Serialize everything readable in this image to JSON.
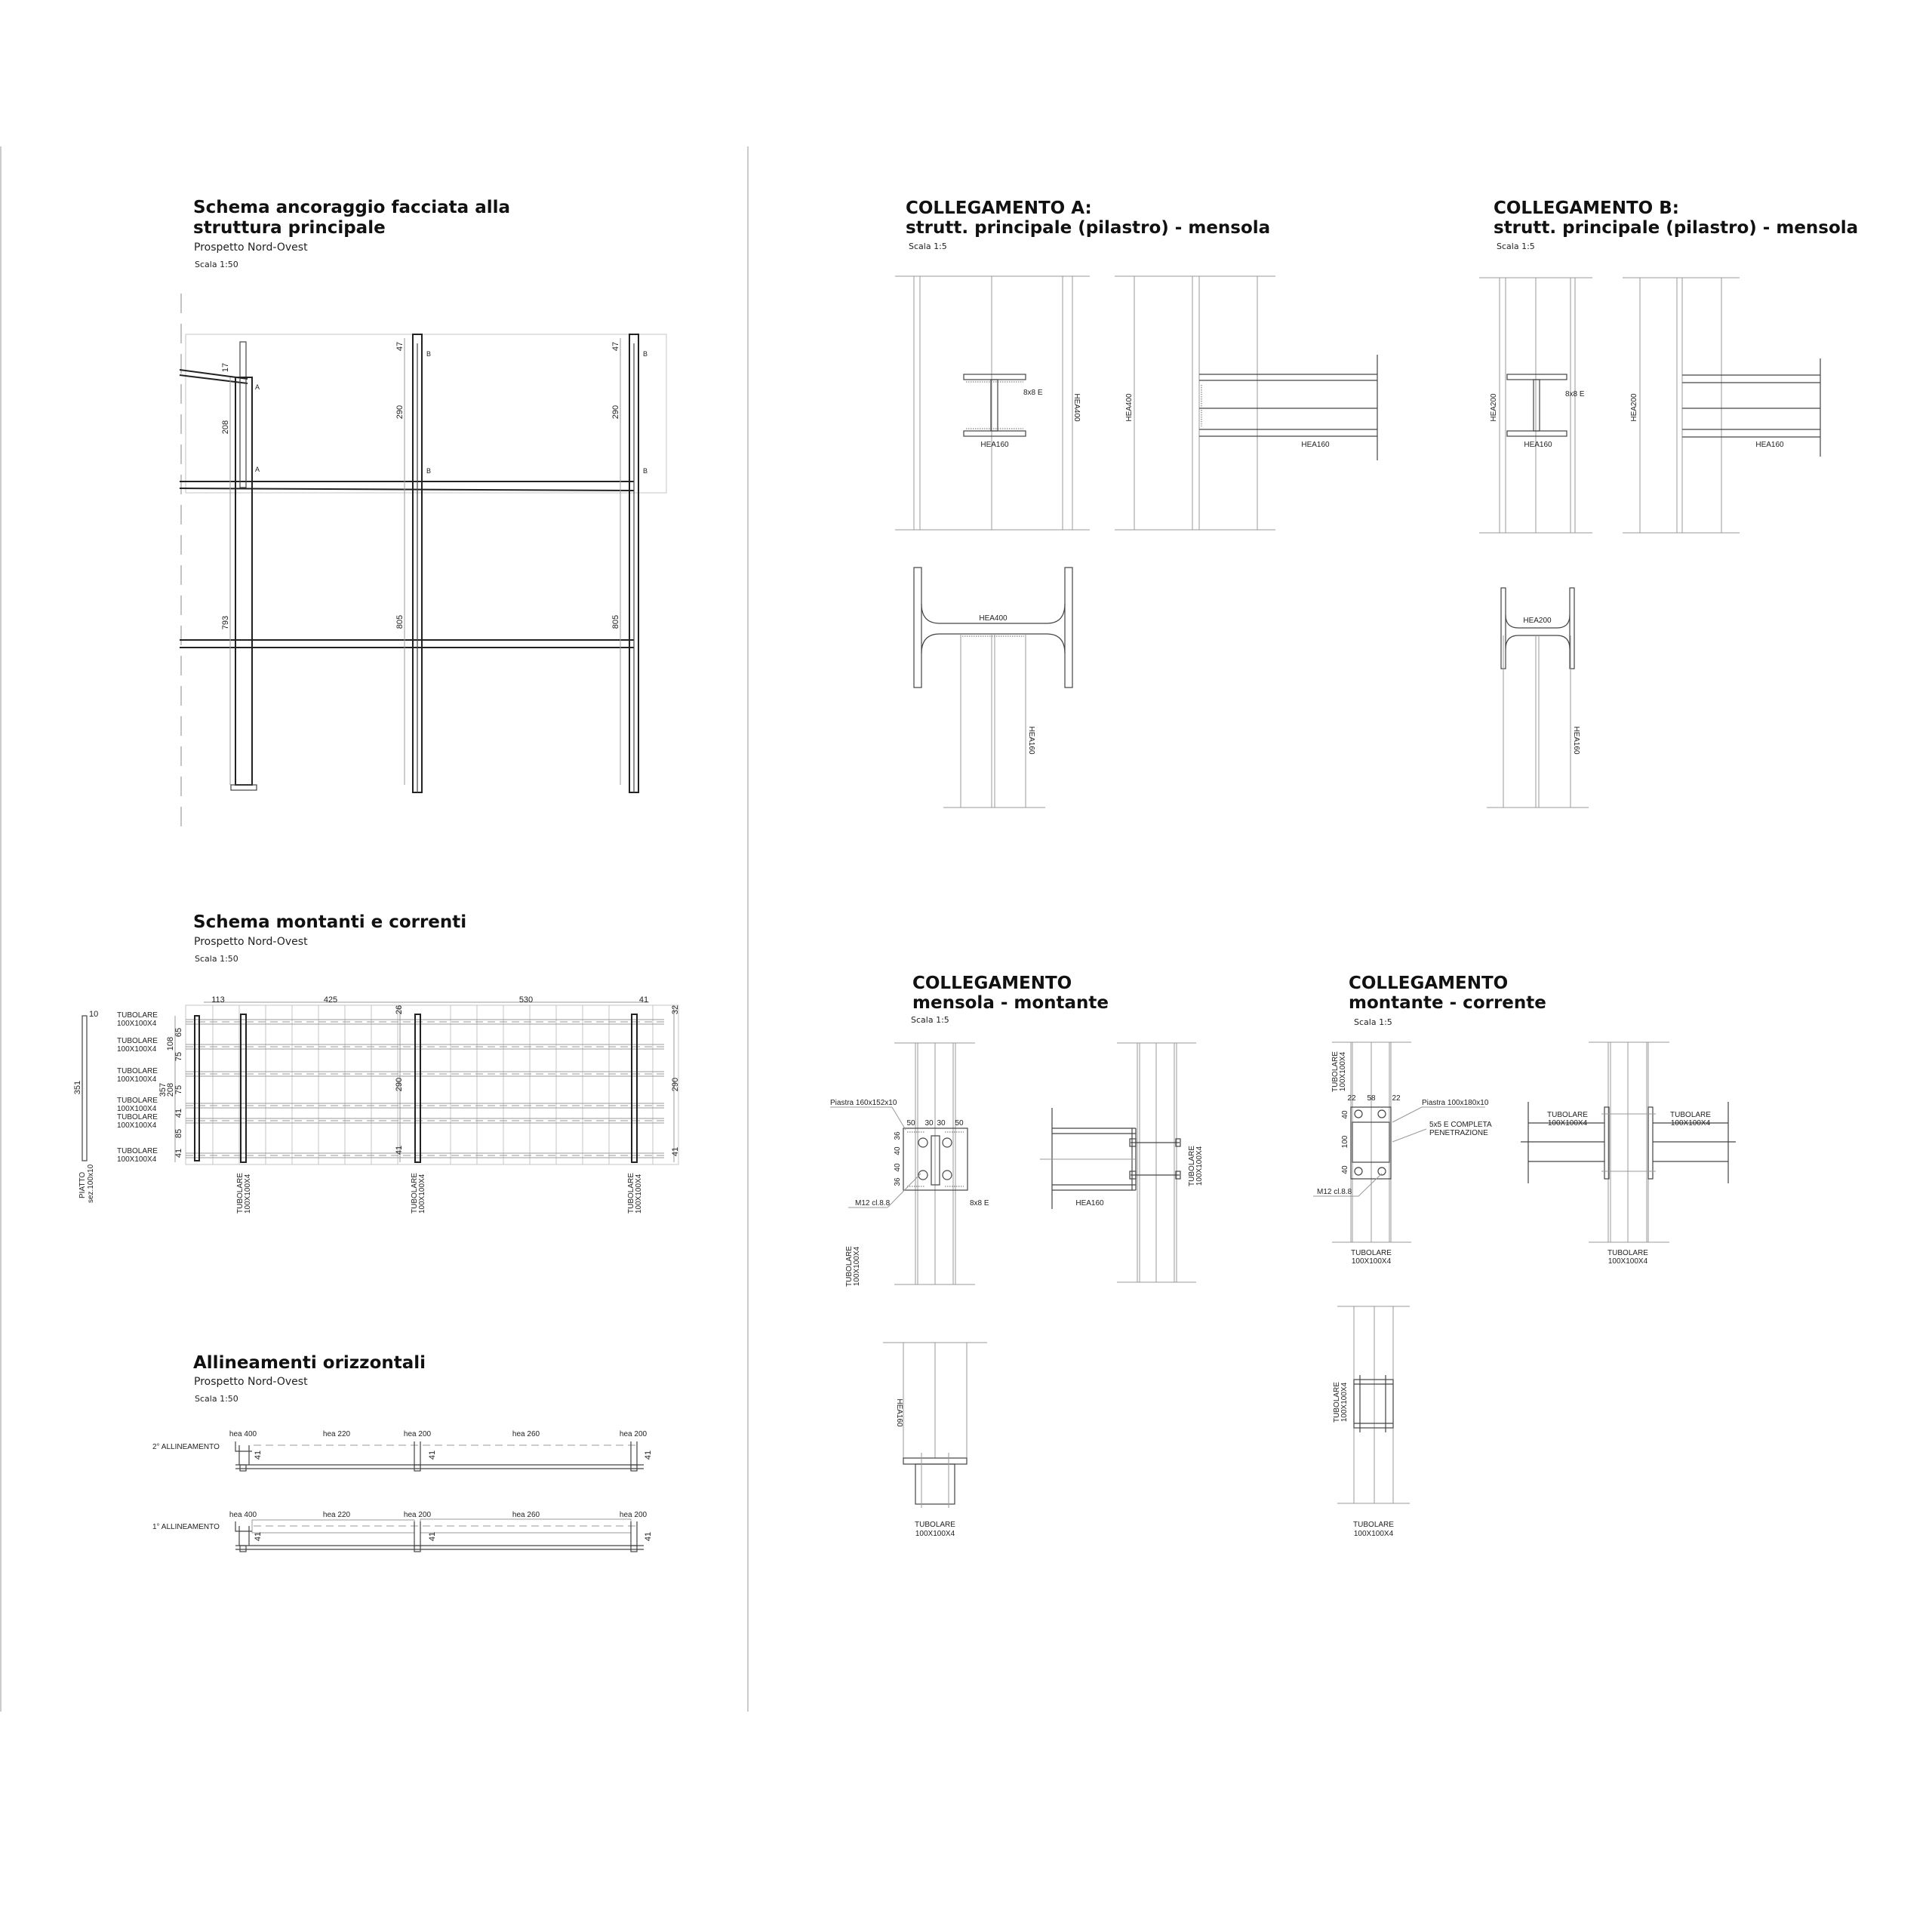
{
  "panel_anchorage": {
    "title_line1": "Schema ancoraggio facciata alla",
    "title_line2": "struttura principale",
    "subtitle": "Prospetto Nord-Ovest",
    "scale": "Scala 1:50",
    "col1_dims": [
      "17",
      "208",
      "793"
    ],
    "col2_dims": [
      "47",
      "290",
      "805"
    ],
    "col3_dims": [
      "47",
      "290",
      "805"
    ],
    "marker_a": "A",
    "marker_b": "B"
  },
  "panel_uprights": {
    "title": "Schema montanti e correnti",
    "subtitle": "Prospetto Nord-Ovest",
    "scale": "Scala 1:50",
    "top_dims": [
      "113",
      "425",
      "530",
      "41"
    ],
    "left_dims": {
      "plate_thk": "10",
      "plate_h": "351",
      "total": "357",
      "sub": "208",
      "upper": "108",
      "d65": "65",
      "d75a": "75",
      "d75b": "75",
      "d41a": "41",
      "d85": "85",
      "d41b": "41"
    },
    "mid_dims": [
      "26",
      "290",
      "41"
    ],
    "right_dims": [
      "32",
      "290",
      "41"
    ],
    "tube_line1": "TUBOLARE",
    "tube_line2": "100X100X4",
    "plate_line1": "PIATTO",
    "plate_line2": "sez.100x10"
  },
  "panel_alignments": {
    "title": "Allineamenti orizzontali",
    "subtitle": "Prospetto Nord-Ovest",
    "scale": "Scala 1:50",
    "rows": [
      {
        "label": "2° ALLINEAMENTO",
        "profiles": [
          "hea 400",
          "hea 220",
          "hea 200",
          "hea 260",
          "hea 200"
        ],
        "dim": "41"
      },
      {
        "label": "1° ALLINEAMENTO",
        "profiles": [
          "hea 400",
          "hea 220",
          "hea 200",
          "hea 260",
          "hea 200"
        ],
        "dim": "41"
      }
    ]
  },
  "detail_a": {
    "title_line1": "COLLEGAMENTO A:",
    "title_line2": "strutt. principale (pilastro) - mensola",
    "scale": "Scala 1:5",
    "weld": "8x8 E",
    "beam": "HEA160",
    "column": "HEA400"
  },
  "detail_b": {
    "title_line1": "COLLEGAMENTO B:",
    "title_line2": "strutt. principale (pilastro) - mensola",
    "scale": "Scala 1:5",
    "weld": "8x8 E",
    "beam": "HEA160",
    "column": "HEA200"
  },
  "detail_bracket_upright": {
    "title_line1": "COLLEGAMENTO",
    "title_line2": "mensola - montante",
    "scale": "Scala 1:5",
    "plate": "Piastra 160x152x10",
    "plate_dims_h": [
      "50",
      "30",
      "30",
      "50"
    ],
    "plate_dims_v": [
      "36",
      "40",
      "40",
      "36"
    ],
    "bolt": "M12 cl.8.8",
    "weld": "8x8 E",
    "beam": "HEA160",
    "tube_line1": "TUBOLARE",
    "tube_line2": "100X100X4"
  },
  "detail_upright_rail": {
    "title_line1": "COLLEGAMENTO",
    "title_line2": "montante - corrente",
    "scale": "Scala 1:5",
    "plate": "Piastra 100x180x10",
    "plate_dims_h": [
      "22",
      "58",
      "22"
    ],
    "plate_dims_v": [
      "40",
      "100",
      "40"
    ],
    "weld_line1": "5x5 E COMPLETA",
    "weld_line2": "PENETRAZIONE",
    "bolt": "M12 cl.8.8",
    "tube_line1": "TUBOLARE",
    "tube_line2": "100X100X4"
  }
}
